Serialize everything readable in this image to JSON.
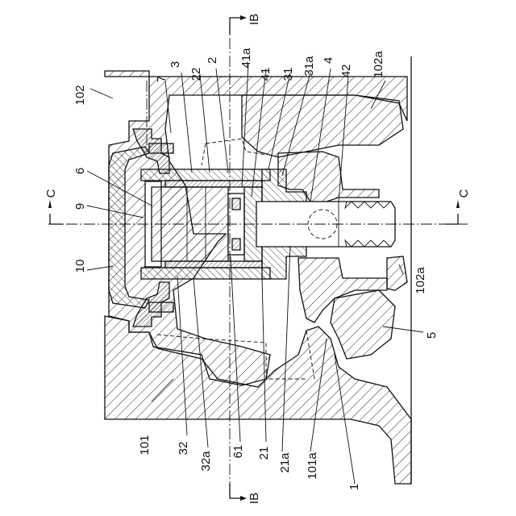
{
  "labels": {
    "l102": "102",
    "l7": "7",
    "l3": "3",
    "l22": "22",
    "l2": "2",
    "l41a": "41a",
    "l41": "41",
    "l31": "31",
    "l31a": "31a",
    "l4": "4",
    "l42": "42",
    "l102a_top": "102a",
    "l6": "6",
    "l9": "9",
    "l10": "10",
    "lC_left": "C",
    "lC_right": "C",
    "lIB_top": "IB",
    "lIB_bottom": "IB",
    "l102a_right": "102a",
    "l5": "5",
    "l101": "101",
    "l32": "32",
    "l32a": "32a",
    "l61": "61",
    "l21": "21",
    "l21a": "21a",
    "l101a": "101a",
    "l1": "1"
  }
}
